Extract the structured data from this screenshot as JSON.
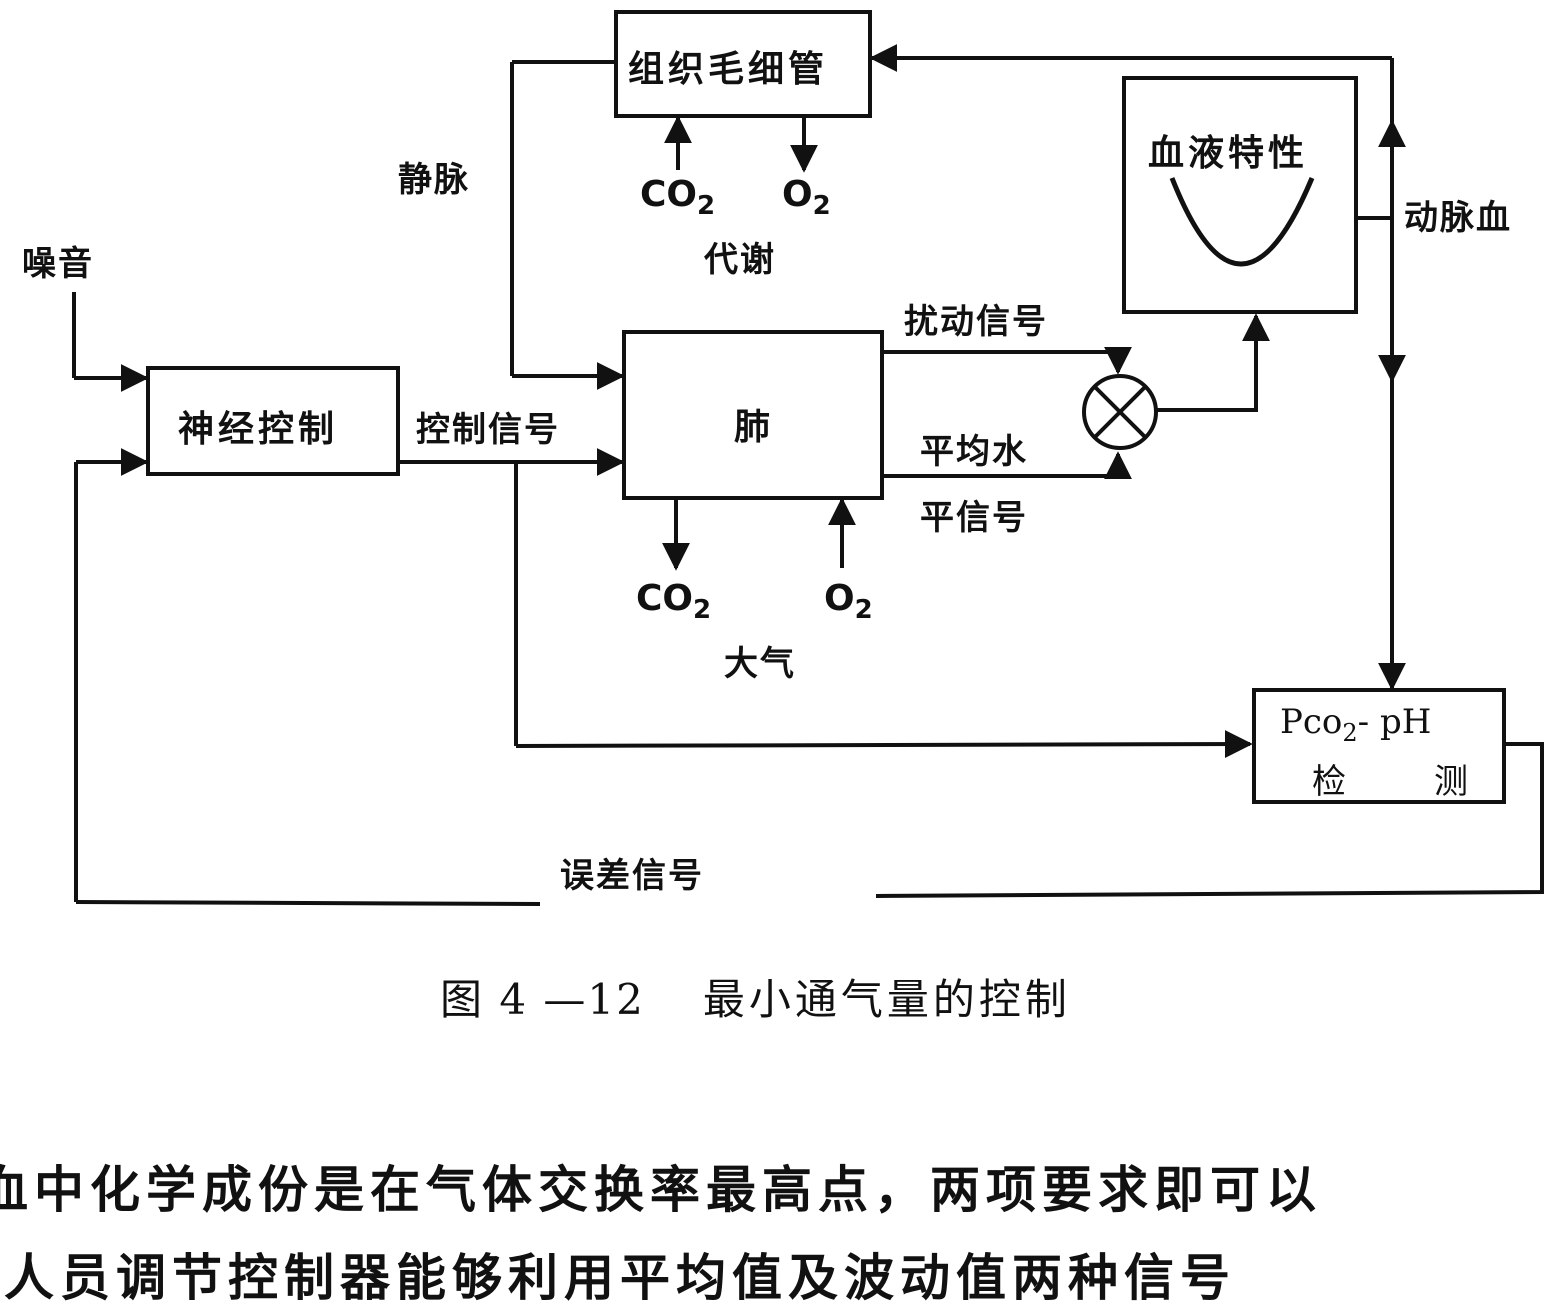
{
  "diagram": {
    "blocks": {
      "tissue_capillary": "组织毛细管",
      "neural_control": "神经控制",
      "lung": "肺",
      "blood_property": "血液特性",
      "pco2_ph_top_prefix": "Pco",
      "pco2_ph_top_sub": "2",
      "pco2_ph_top_suffix": "- pH",
      "pco2_ph_bottom_left": "检",
      "pco2_ph_bottom_right": "测"
    },
    "labels": {
      "vein": "静脉",
      "noise": "噪音",
      "control_signal": "控制信号",
      "disturbance_signal": "扰动信号",
      "mean_level_signal_line1": "平均水",
      "mean_level_signal_line2": "平信号",
      "arterial_blood": "动脉血",
      "error_signal": "误差信号",
      "metabolism": "代谢",
      "atmosphere": "大气",
      "co2_main": "CO",
      "co2_sub": "2",
      "o2_main": "O",
      "o2_sub": "2"
    }
  },
  "caption": {
    "figure_number": "图 4 —12",
    "title": "最小通气量的控制"
  },
  "body_text": {
    "line1": "血中化学成份是在气体交换率最高点，两项要求即可以",
    "line2": "人员调节控制器能够利用平均值及波动值两种信号"
  }
}
